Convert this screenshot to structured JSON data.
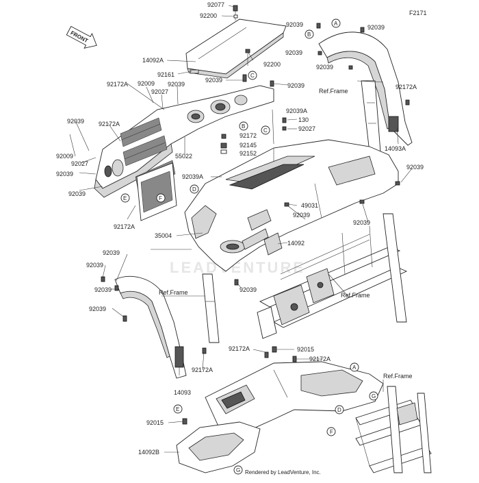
{
  "figure_code": "F2171",
  "front_label": "FRONT",
  "watermark": "LEADVENTURE",
  "footer_credit": "Rendered by LeadVenture, Inc.",
  "colors": {
    "line": "#222222",
    "shade": "#d6d6d6",
    "dark": "#555555",
    "watermark": "#e6e6e6"
  },
  "labels": {
    "l92077": "92077",
    "l92200a": "92200",
    "l14092A": "14092A",
    "l92200b": "92200",
    "l92161": "92161",
    "l92172A_1": "92172A",
    "l92009_1": "92009",
    "l92027_1": "92027",
    "l92039_1": "92039",
    "l92039_2": "92039",
    "l92039_3": "92039",
    "l92039_4": "92039",
    "l92172A_2": "92172A",
    "l92009_2": "92009",
    "l92027_2": "92027",
    "l92039_5": "92039",
    "l92039_6": "92039",
    "l92172A_3": "92172A",
    "l92039A_1": "92039A",
    "l92172": "92172",
    "l92145": "92145",
    "l92152": "92152",
    "l55022": "55022",
    "l92039A_2": "92039A",
    "l130": "130",
    "l92027_3": "92027",
    "l92039_7": "92039",
    "l92039_8": "92039",
    "l92039_9": "92039",
    "l92172A_4": "92172A",
    "l14093A": "14093A",
    "l92039_10": "92039",
    "refframe_1": "Ref.Frame",
    "l49031": "49031",
    "l92039_11": "92039",
    "l92039_12": "92039",
    "l35004": "35004",
    "l14092": "14092",
    "l92039_13": "92039",
    "l92039_14": "92039",
    "l92039_15": "92039",
    "l92039_16": "92039",
    "l92039_17": "92039",
    "refframe_2": "Ref.Frame",
    "refframe_3": "Ref.Frame",
    "l92172A_5": "92172A",
    "l92015_1": "92015",
    "l92172A_6": "92172A",
    "l92172A_7": "92172A",
    "l14093": "14093",
    "l92015_2": "92015",
    "l14092B": "14092B",
    "refframe_4": "Ref.Frame"
  },
  "callouts": [
    "A",
    "B",
    "C",
    "D",
    "E",
    "F",
    "G"
  ]
}
